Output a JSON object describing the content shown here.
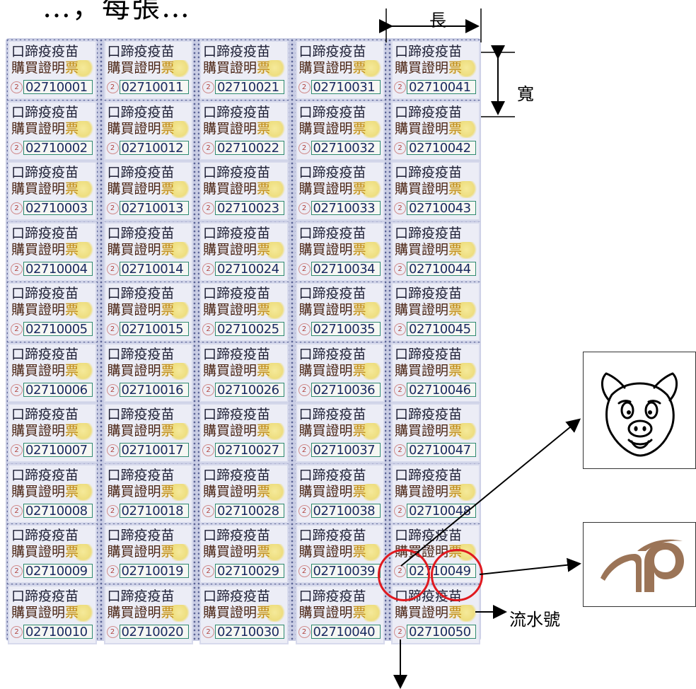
{
  "top_clip_text": "…，每張…",
  "sheet": {
    "stamp_line1": "口蹄疫疫苗",
    "stamp_line2_main": "購買證明",
    "stamp_line2_highlight": "票",
    "series_mark": "2",
    "serials": [
      [
        "02710001",
        "02710011",
        "02710021",
        "02710031",
        "02710041"
      ],
      [
        "02710002",
        "02710012",
        "02710022",
        "02710032",
        "02710042"
      ],
      [
        "02710003",
        "02710013",
        "02710023",
        "02710033",
        "02710043"
      ],
      [
        "02710004",
        "02710014",
        "02710024",
        "02710034",
        "02710044"
      ],
      [
        "02710005",
        "02710015",
        "02710025",
        "02710035",
        "02710045"
      ],
      [
        "02710006",
        "02710016",
        "02710026",
        "02710036",
        "02710046"
      ],
      [
        "02710007",
        "02710017",
        "02710027",
        "02710037",
        "02710047"
      ],
      [
        "02710008",
        "02710018",
        "02710028",
        "02710038",
        "02710048"
      ],
      [
        "02710009",
        "02710019",
        "02710029",
        "02710039",
        "02710049"
      ],
      [
        "02710010",
        "02710020",
        "02710030",
        "02710040",
        "02710050"
      ]
    ]
  },
  "labels": {
    "length": "長",
    "width": "寬",
    "serial_number": "流水號"
  },
  "insets": {
    "pig": "pig-face-icon",
    "ram": "ram-horn-logo"
  },
  "colors": {
    "sheet_bg": "#c9cde4",
    "circle": "#e0191f",
    "logo_brown": "#9b7457",
    "number_border": "#2f8a70"
  }
}
